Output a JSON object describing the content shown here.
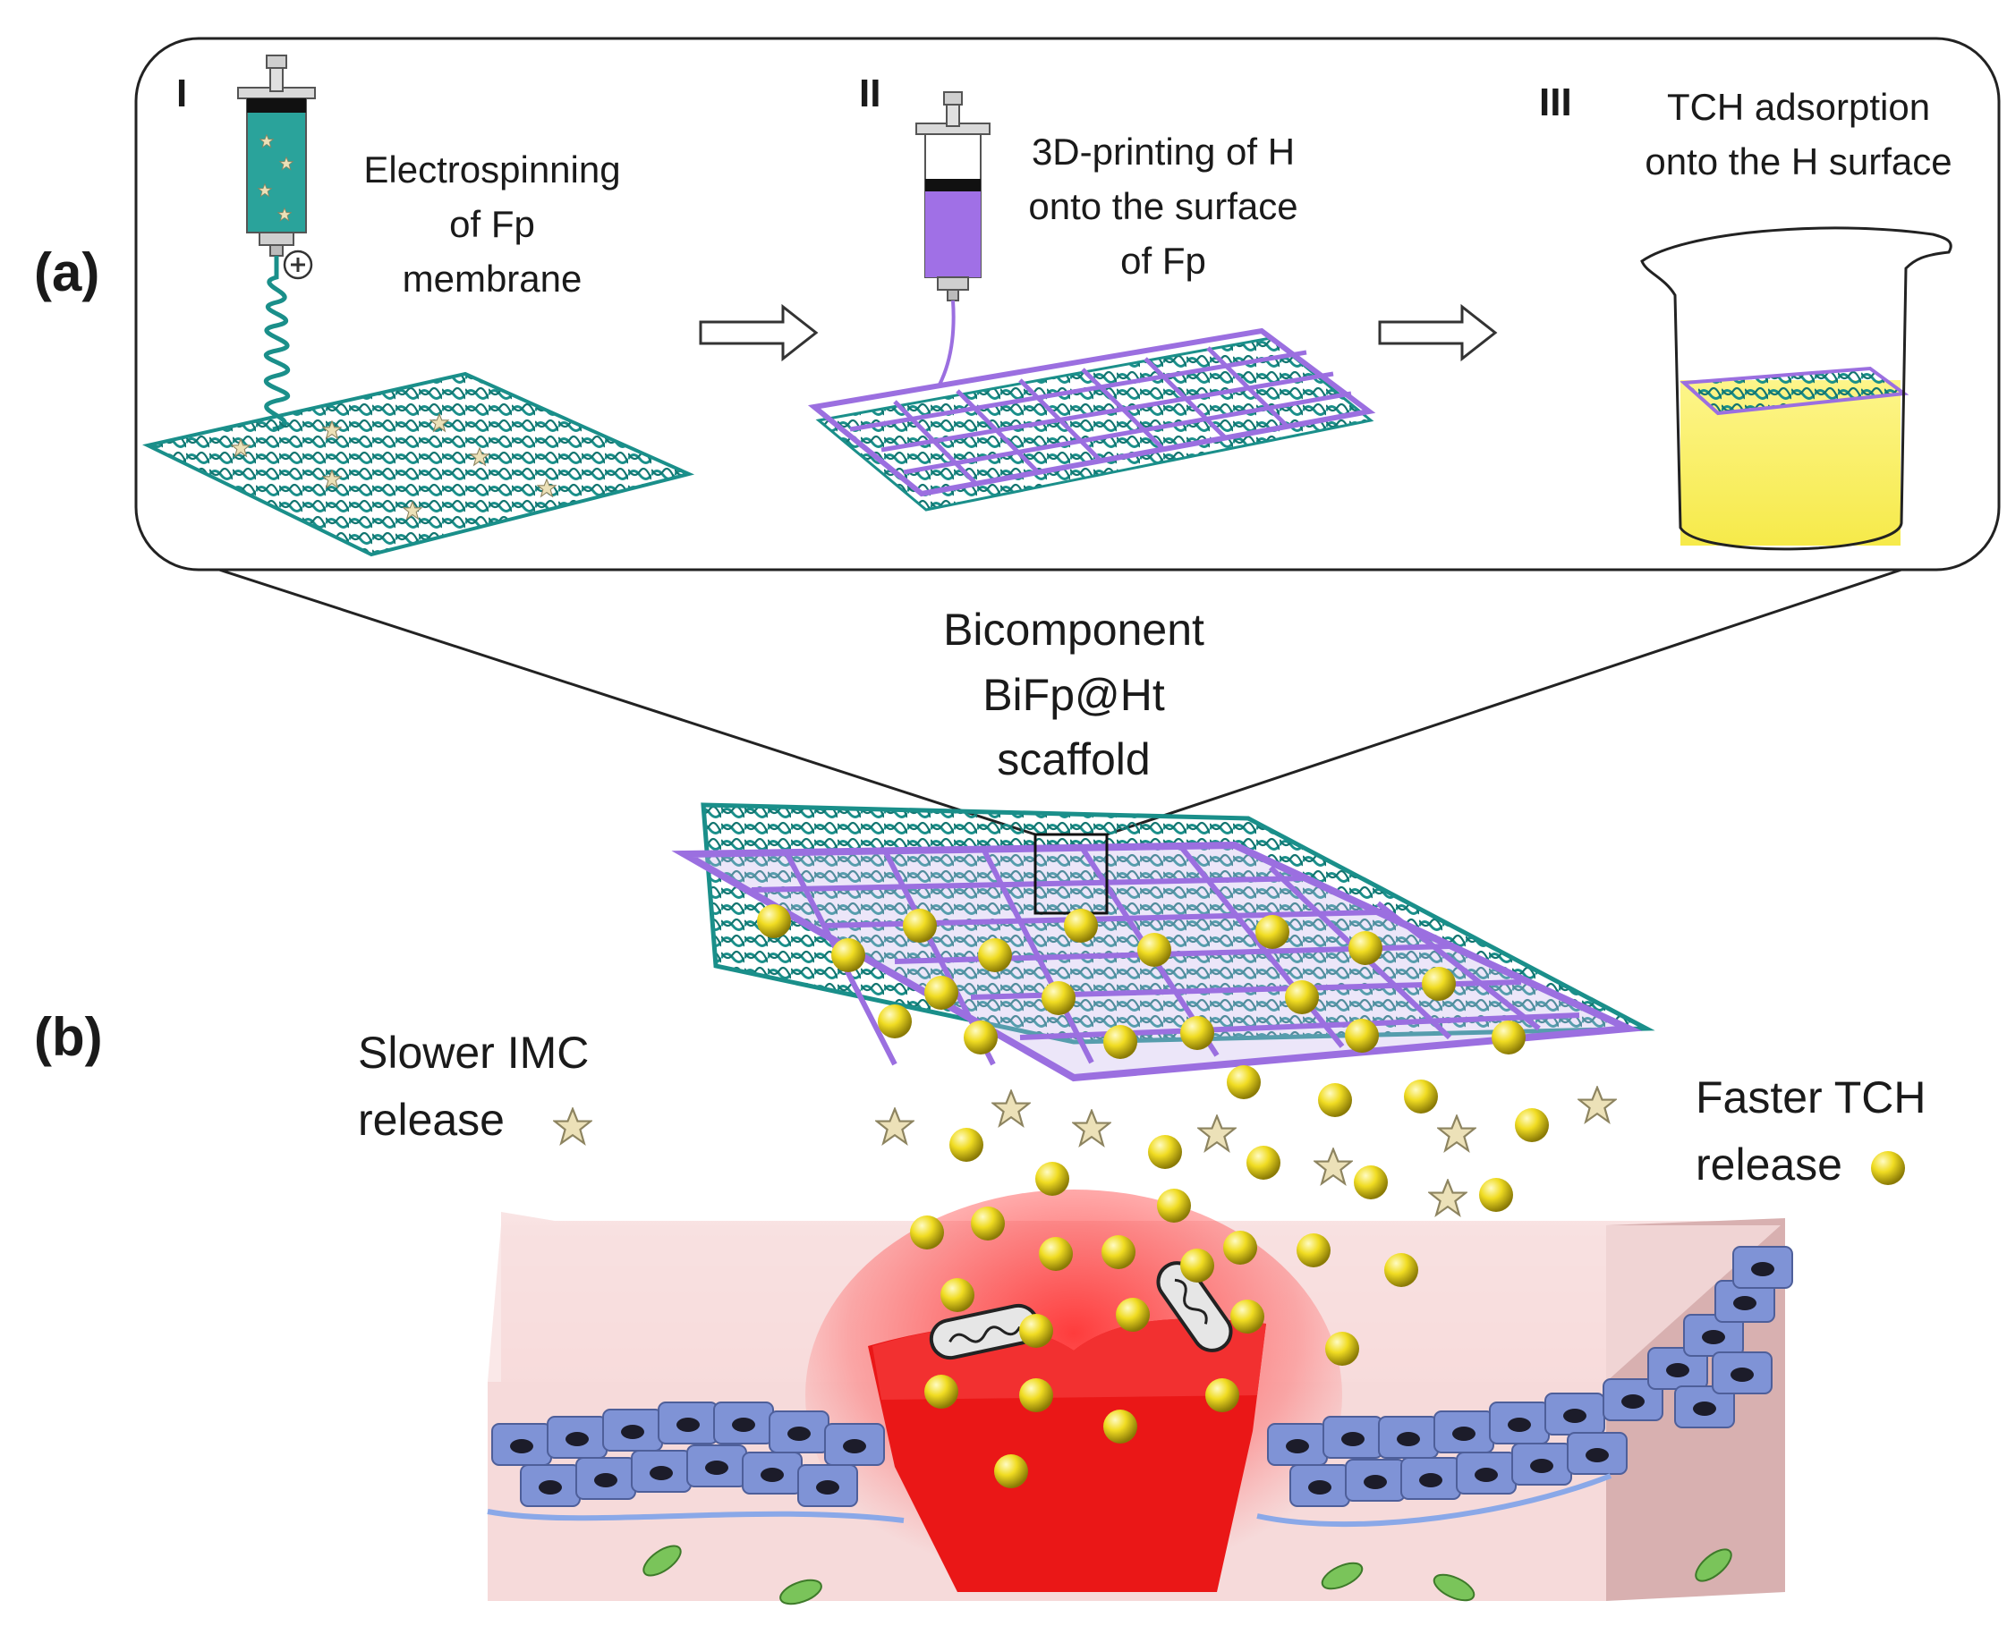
{
  "panel_a": {
    "label": "(a)",
    "steps": [
      {
        "numeral": "I",
        "text": [
          "Electrospinning",
          "of Fp",
          "membrane"
        ]
      },
      {
        "numeral": "II",
        "text": [
          "3D-printing of H",
          "onto the surface",
          "of Fp"
        ]
      },
      {
        "numeral": "III",
        "text": [
          "TCH adsorption",
          "onto the H surface"
        ]
      }
    ]
  },
  "panel_b": {
    "label": "(b)",
    "scaffold_label": [
      "Bicomponent",
      "BiFp@Ht",
      "scaffold"
    ],
    "left_label": [
      "Slower IMC",
      "release"
    ],
    "right_label": [
      "Faster TCH",
      "release"
    ]
  },
  "colors": {
    "fiber": "#1a8f8a",
    "hydrogel_grid": "#9b6fe0",
    "syringe_purple": "#a070e6",
    "tch_yellow": "#e6d21a",
    "imc_star": "#e8dcb0",
    "wound_red": "#e81818",
    "skin_pink": "#f6d6d6",
    "cell_blue": "#7a8fd0",
    "beaker_liquid": "#fbf07a"
  },
  "icons": [
    "syringe-icon",
    "beaker-icon",
    "arrow-right-icon",
    "star-icon",
    "sphere-icon",
    "bacteria-icon",
    "cell-icon"
  ]
}
